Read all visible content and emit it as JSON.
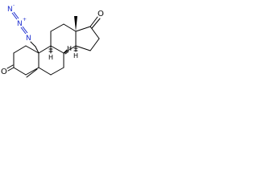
{
  "structure": {
    "atoms": {
      "azide_n1": "N",
      "azide_n2": "N",
      "azide_n3": "N",
      "azide_n1_charge": "-",
      "azide_n2_charge": "+",
      "ketone_o17": "O",
      "enone_o3": "O",
      "h8": "H",
      "h9": "H",
      "h14": "H"
    },
    "colors": {
      "bonds": "#000000",
      "nitrogen": "#1f2fd0",
      "oxygen": "#000000"
    }
  }
}
